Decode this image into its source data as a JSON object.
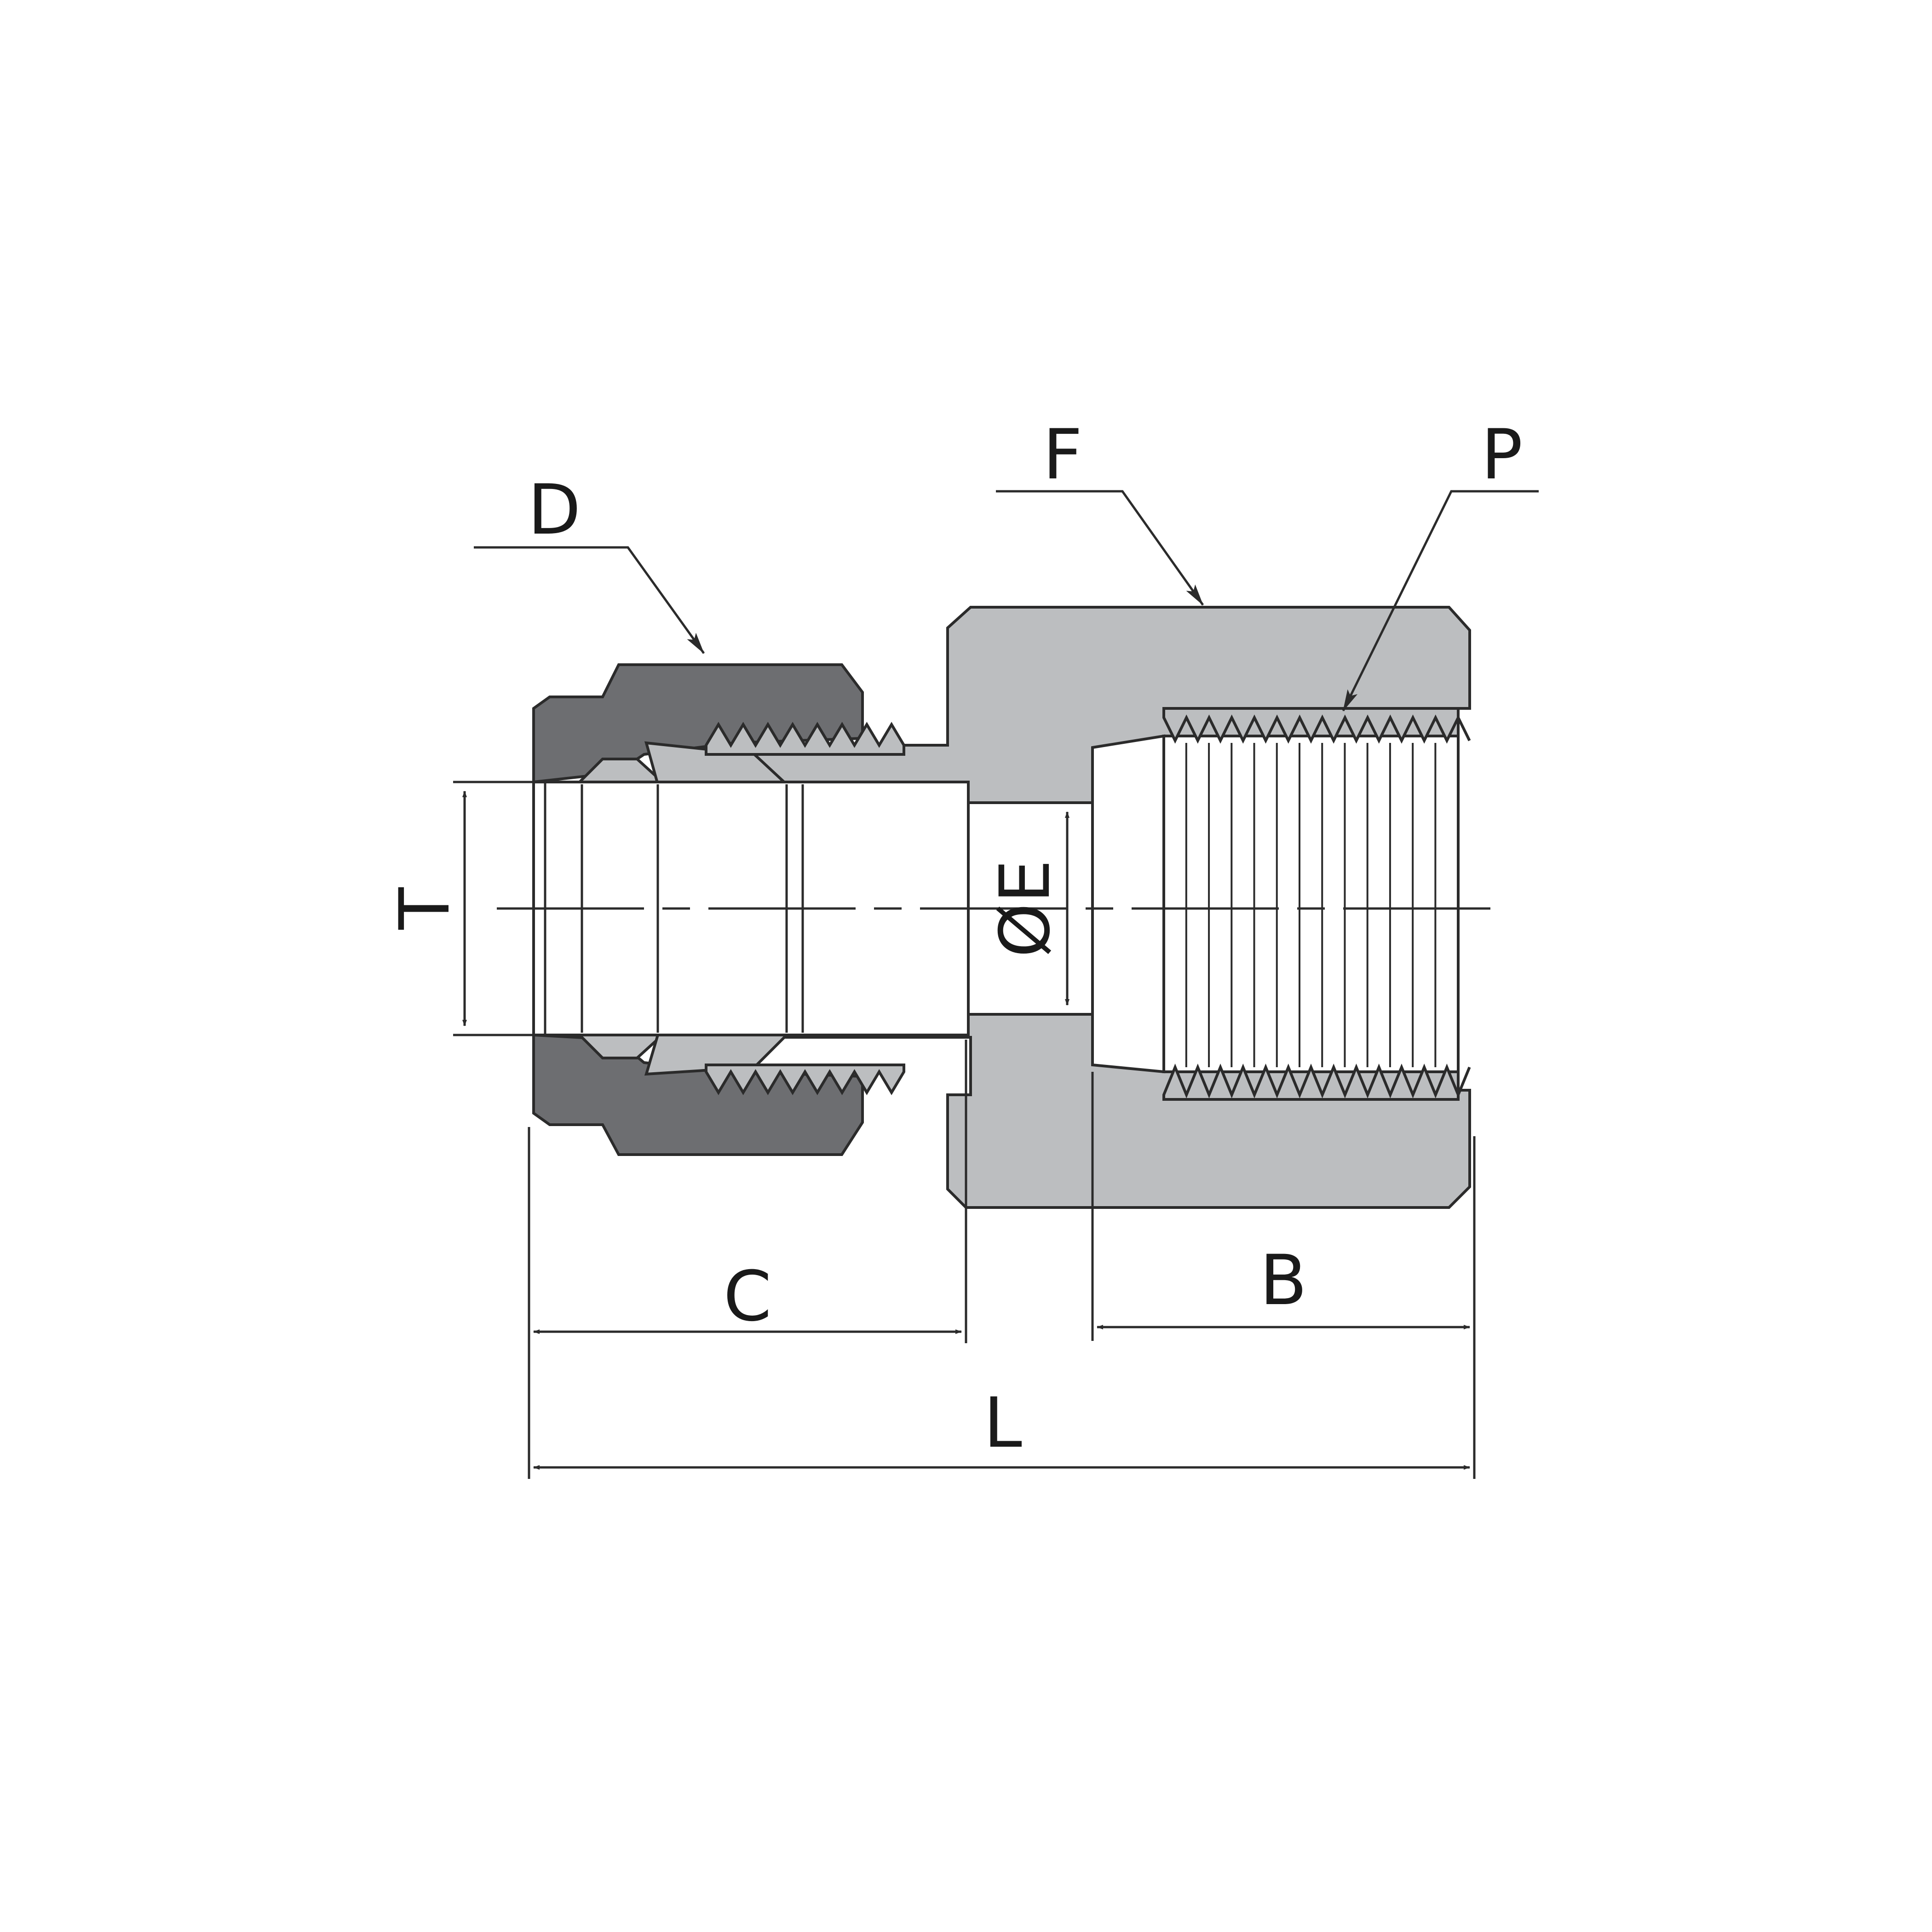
{
  "labels": {
    "D": "D",
    "F": "F",
    "P": "P",
    "T": "T",
    "E": "ØE",
    "C": "C",
    "B": "B",
    "L": "L"
  },
  "colors": {
    "nut": "#6d6e71",
    "body": "#bcbec0",
    "bore": "#ffffff",
    "line": "#2b2b2b"
  }
}
